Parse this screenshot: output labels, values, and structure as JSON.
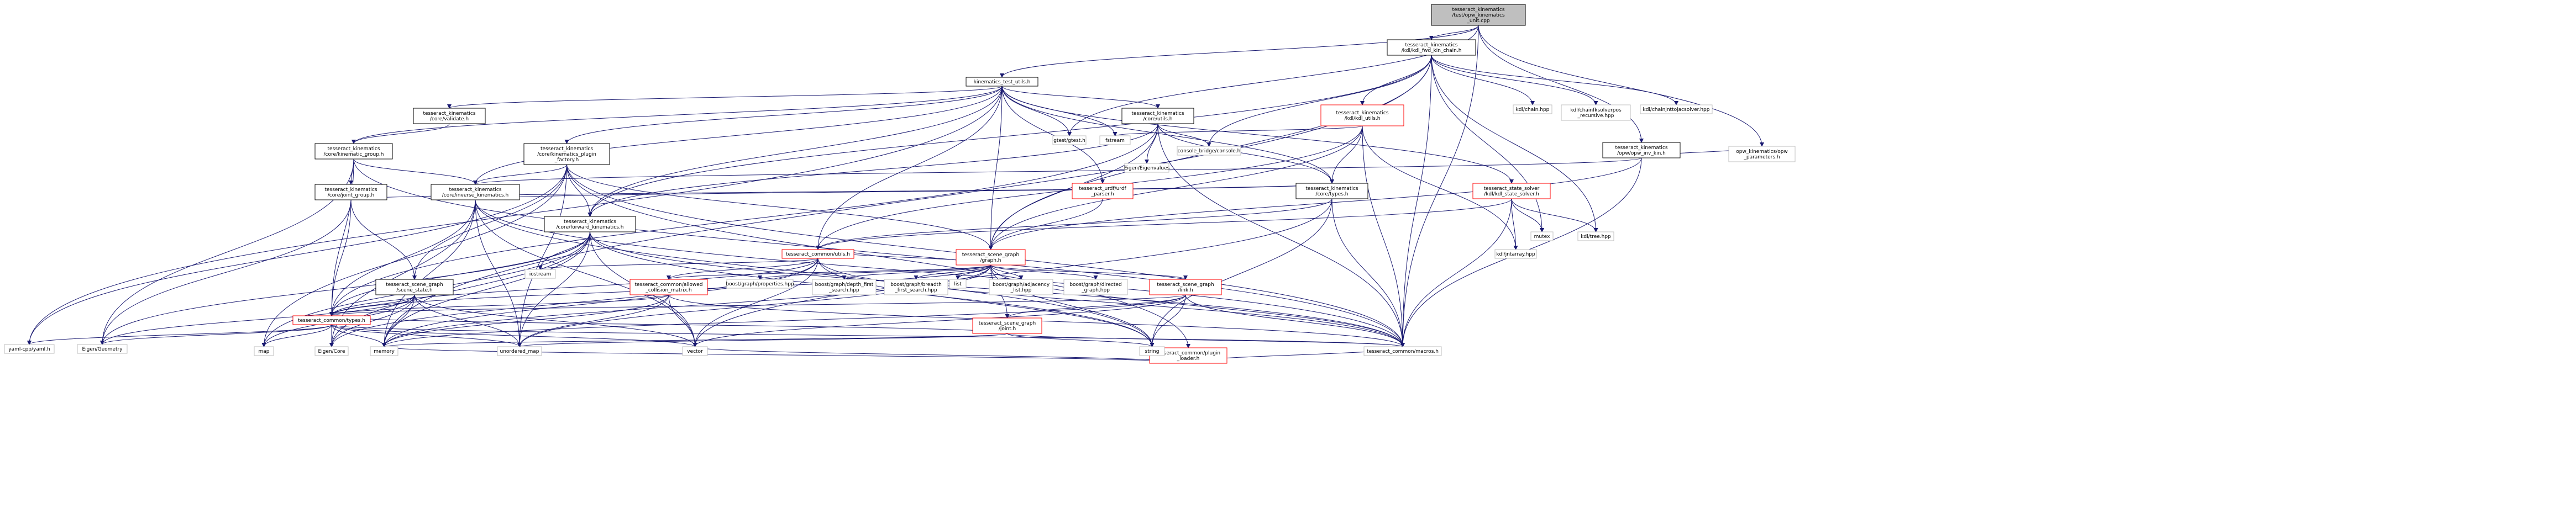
{
  "nodes": [
    {
      "id": "root",
      "kind": "root",
      "lines": [
        "tesseract_kinematics",
        "/test/opw_kinematics",
        "_unit.cpp"
      ]
    },
    {
      "id": "kdl_fwd",
      "kind": "local",
      "lines": [
        "tesseract_kinematics",
        "/kdl/kdl_fwd_kin_chain.h"
      ]
    },
    {
      "id": "kin_test_utils",
      "kind": "local",
      "lines": [
        "kinematics_test_utils.h"
      ]
    },
    {
      "id": "opw_inv",
      "kind": "local",
      "lines": [
        "tesseract_kinematics",
        "/opw/opw_inv_kin.h"
      ]
    },
    {
      "id": "kdl_utils",
      "kind": "red",
      "lines": [
        "tesseract_kinematics",
        "/kdl/kdl_utils.h"
      ]
    },
    {
      "id": "kdl_chain",
      "kind": "ext",
      "lines": [
        "kdl/chain.hpp"
      ]
    },
    {
      "id": "kdl_fksolver",
      "kind": "ext",
      "lines": [
        "kdl/chainfksolverpos",
        "_recursive.hpp"
      ]
    },
    {
      "id": "kdl_jacsolver",
      "kind": "ext",
      "lines": [
        "kdl/chainjnttojacsolver.hpp"
      ]
    },
    {
      "id": "core_validate",
      "kind": "local",
      "lines": [
        "tesseract_kinematics",
        "/core/validate.h"
      ]
    },
    {
      "id": "gtest",
      "kind": "ext",
      "lines": [
        "gtest/gtest.h"
      ]
    },
    {
      "id": "fstream",
      "kind": "ext",
      "lines": [
        "fstream"
      ]
    },
    {
      "id": "core_utils",
      "kind": "local",
      "lines": [
        "tesseract_kinematics",
        "/core/utils.h"
      ]
    },
    {
      "id": "kin_group",
      "kind": "local",
      "lines": [
        "tesseract_kinematics",
        "/core/kinematic_group.h"
      ]
    },
    {
      "id": "plugin_factory",
      "kind": "local",
      "lines": [
        "tesseract_kinematics",
        "/core/kinematics_plugin",
        "_factory.h"
      ]
    },
    {
      "id": "eigenvalues",
      "kind": "ext",
      "lines": [
        "Eigen/Eigenvalues"
      ]
    },
    {
      "id": "console_bridge",
      "kind": "ext",
      "lines": [
        "console_bridge/console.h"
      ]
    },
    {
      "id": "opw_params",
      "kind": "ext",
      "lines": [
        "opw_kinematics/opw",
        "_parameters.h"
      ]
    },
    {
      "id": "joint_group",
      "kind": "local",
      "lines": [
        "tesseract_kinematics",
        "/core/joint_group.h"
      ]
    },
    {
      "id": "inverse_kin",
      "kind": "local",
      "lines": [
        "tesseract_kinematics",
        "/core/inverse_kinematics.h"
      ]
    },
    {
      "id": "urdf_parser",
      "kind": "red",
      "lines": [
        "tesseract_urdf/urdf",
        "_parser.h"
      ]
    },
    {
      "id": "core_types",
      "kind": "local",
      "lines": [
        "tesseract_kinematics",
        "/core/types.h"
      ]
    },
    {
      "id": "kdl_state_solver",
      "kind": "red",
      "lines": [
        "tesseract_state_solver",
        "/kdl/kdl_state_solver.h"
      ]
    },
    {
      "id": "mutex",
      "kind": "ext",
      "lines": [
        "mutex"
      ]
    },
    {
      "id": "kdl_tree",
      "kind": "ext",
      "lines": [
        "kdl/tree.hpp"
      ]
    },
    {
      "id": "forward_kin",
      "kind": "local",
      "lines": [
        "tesseract_kinematics",
        "/core/forward_kinematics.h"
      ]
    },
    {
      "id": "common_utils",
      "kind": "red",
      "lines": [
        "tesseract_common/utils.h"
      ]
    },
    {
      "id": "scene_graph",
      "kind": "red",
      "lines": [
        "tesseract_scene_graph",
        "/graph.h"
      ]
    },
    {
      "id": "kdl_jntarray",
      "kind": "ext",
      "lines": [
        "kdl/jntarray.hpp"
      ]
    },
    {
      "id": "iostream",
      "kind": "ext",
      "lines": [
        "iostream"
      ]
    },
    {
      "id": "scene_state",
      "kind": "local",
      "lines": [
        "tesseract_scene_graph",
        "/scene_state.h"
      ]
    },
    {
      "id": "allowed_collision",
      "kind": "red",
      "lines": [
        "tesseract_common/allowed",
        "_collision_matrix.h"
      ]
    },
    {
      "id": "bg_properties",
      "kind": "ext",
      "lines": [
        "boost/graph/properties.hpp"
      ]
    },
    {
      "id": "bg_dfs",
      "kind": "ext",
      "lines": [
        "boost/graph/depth_first",
        "_search.hpp"
      ]
    },
    {
      "id": "bg_bfs",
      "kind": "ext",
      "lines": [
        "boost/graph/breadth",
        "_first_search.hpp"
      ]
    },
    {
      "id": "list",
      "kind": "ext",
      "lines": [
        "list"
      ]
    },
    {
      "id": "bg_adjacency",
      "kind": "ext",
      "lines": [
        "boost/graph/adjacency",
        "_list.hpp"
      ]
    },
    {
      "id": "bg_directed",
      "kind": "ext",
      "lines": [
        "boost/graph/directed",
        "_graph.hpp"
      ]
    },
    {
      "id": "sg_link",
      "kind": "red",
      "lines": [
        "tesseract_scene_graph",
        "/link.h"
      ]
    },
    {
      "id": "common_types",
      "kind": "red",
      "lines": [
        "tesseract_common/types.h"
      ]
    },
    {
      "id": "sg_joint",
      "kind": "red",
      "lines": [
        "tesseract_scene_graph",
        "/joint.h"
      ]
    },
    {
      "id": "plugin_loader",
      "kind": "red",
      "lines": [
        "tesseract_common/plugin",
        "_loader.h"
      ]
    },
    {
      "id": "yaml",
      "kind": "ext",
      "lines": [
        "yaml-cpp/yaml.h"
      ]
    },
    {
      "id": "eigen_geometry",
      "kind": "ext",
      "lines": [
        "Eigen/Geometry"
      ]
    },
    {
      "id": "map",
      "kind": "ext",
      "lines": [
        "map"
      ]
    },
    {
      "id": "eigen_core",
      "kind": "ext",
      "lines": [
        "Eigen/Core"
      ]
    },
    {
      "id": "memory",
      "kind": "ext",
      "lines": [
        "memory"
      ]
    },
    {
      "id": "unordered_map",
      "kind": "ext",
      "lines": [
        "unordered_map"
      ]
    },
    {
      "id": "vector",
      "kind": "ext",
      "lines": [
        "vector"
      ]
    },
    {
      "id": "string",
      "kind": "ext",
      "lines": [
        "string"
      ]
    },
    {
      "id": "macros",
      "kind": "ext",
      "lines": [
        "tesseract_common/macros.h"
      ]
    }
  ]
}
